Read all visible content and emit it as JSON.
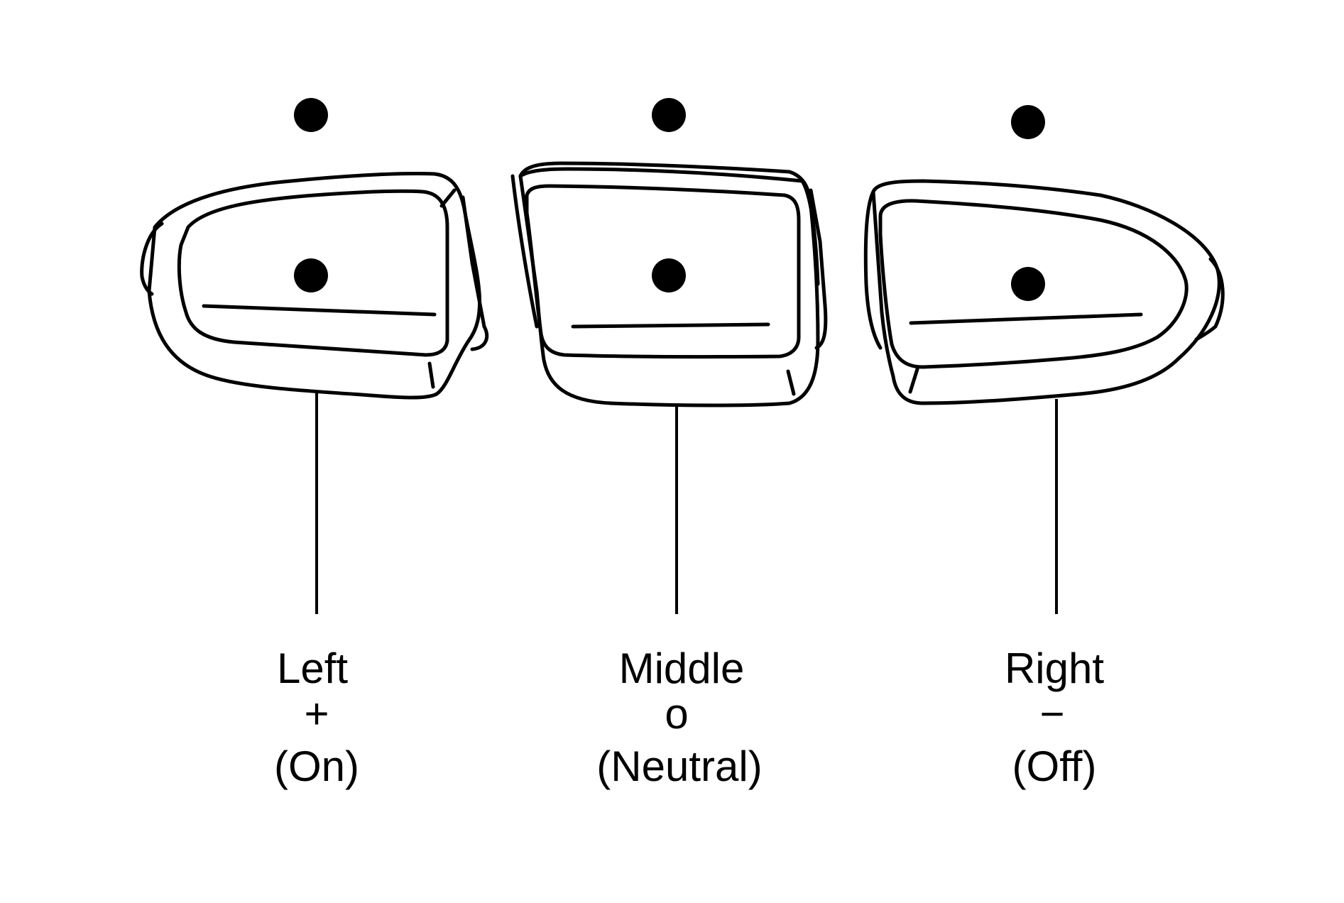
{
  "switches": [
    {
      "position": "left",
      "line1": "Left",
      "line2": "+",
      "line3": "(On)"
    },
    {
      "position": "middle",
      "line1": "Middle",
      "line2": "o",
      "line3": "(Neutral)"
    },
    {
      "position": "right",
      "line1": "Right",
      "line2": "−",
      "line3": "(Off)"
    }
  ]
}
